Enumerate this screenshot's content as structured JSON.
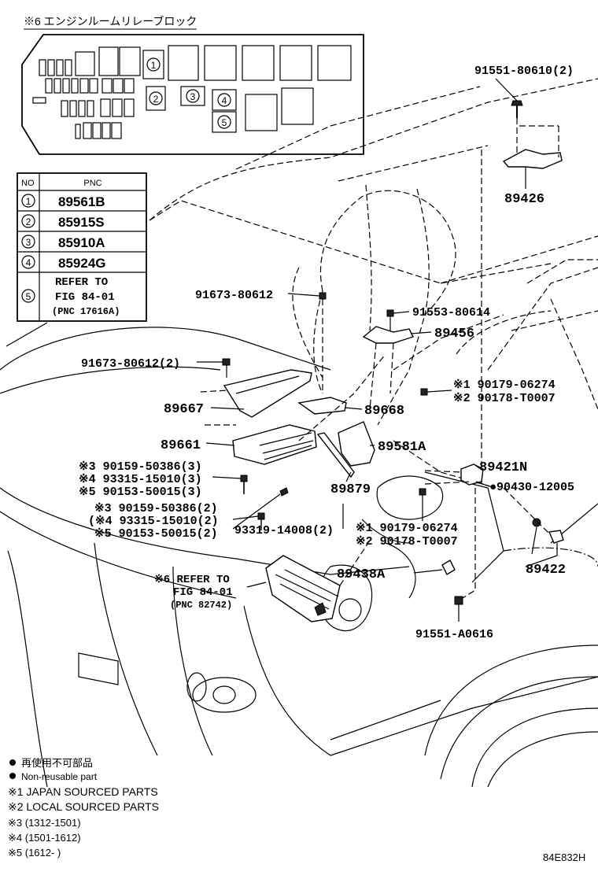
{
  "relay_block": {
    "title": "※6 エンジンルームリレーブロック",
    "markers": [
      "1",
      "2",
      "3",
      "4",
      "5"
    ]
  },
  "pnc_table": {
    "header_no": "NO",
    "header_pnc": "PNC",
    "rows": [
      {
        "no": "1",
        "pnc": "89561B"
      },
      {
        "no": "2",
        "pnc": "85915S"
      },
      {
        "no": "3",
        "pnc": "85910A"
      },
      {
        "no": "4",
        "pnc": "85924G"
      },
      {
        "no": "5",
        "pnc_line1": "REFER TO",
        "pnc_line2": "FIG 84-01",
        "pnc_line3": "(PNC 17616A)"
      }
    ]
  },
  "callouts": {
    "c91551_80610": "91551-80610(2)",
    "c89426": "89426",
    "c91673_80612": "91673-80612",
    "c91553_80614": "91553-80614",
    "c89456": "89456",
    "c91673_80612_2": "91673-80612(2)",
    "c90179_06274_a": "※1 90179-06274",
    "c90178_t0007_a": "※2 90178-T0007",
    "c89667": "89667",
    "c89668": "89668",
    "c89661": "89661",
    "c89581a": "89581A",
    "c89421n": "89421N",
    "c90430_12005": "●90430-12005",
    "c90159_50386_3": "※3 90159-50386(3)",
    "c93315_15010_3": "※4 93315-15010(3)",
    "c90153_50015_3": "※5 90153-50015(3)",
    "c89879": "89879",
    "c90159_50386_2": "※3 90159-50386(2)",
    "c93315_15010_2": "(※4 93315-15010(2)",
    "c90153_50015_2": "※5 90153-50015(2)",
    "c93319_14008": "93319-14008(2)",
    "c90179_06274_b": "※1 90179-06274",
    "c90178_t0007_b": "※2 90178-T0007",
    "c89438a": "89438A",
    "c89422": "89422",
    "c91551_a0616": "91551-A0616",
    "ref6_line1": "※6 REFER TO",
    "ref6_line2": "FIG 84-01",
    "ref6_line3": "(PNC 82742)"
  },
  "legend": {
    "non_reusable_jp": "再使用不可部品",
    "non_reusable_en": "Non-reusable part",
    "note1": "※1 JAPAN SOURCED PARTS",
    "note2": "※2 LOCAL SOURCED PARTS",
    "note3": "※3 (1312-1501)",
    "note4": "※4 (1501-1612)",
    "note5": "※5 (1612-      )"
  },
  "figure_id": "84E832H"
}
